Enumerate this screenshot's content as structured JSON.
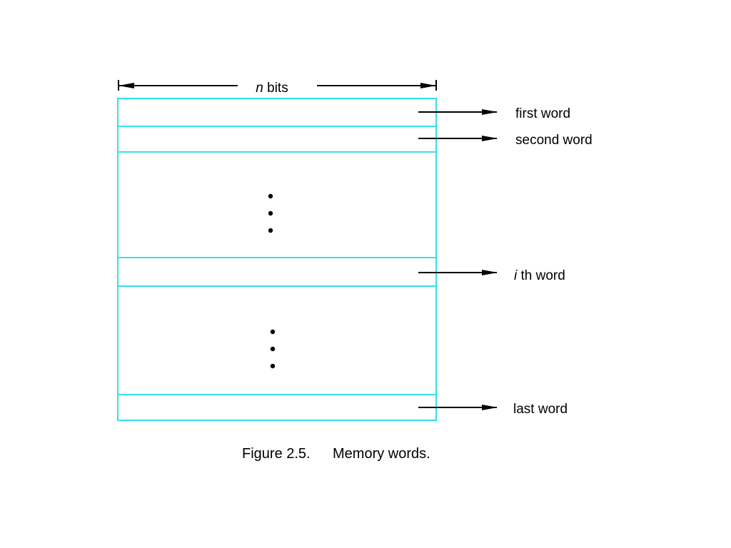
{
  "width_label": {
    "variable": "n",
    "text": " bits"
  },
  "words": {
    "first": "first word",
    "second": "second word",
    "ith_variable": "i",
    "ith_text": " th word",
    "last": "last word"
  },
  "caption": {
    "number": "Figure 2.5.",
    "title": "Memory words."
  },
  "colors": {
    "memory_outline": "#33e0ea",
    "arrow": "#000000",
    "text": "#000000"
  }
}
